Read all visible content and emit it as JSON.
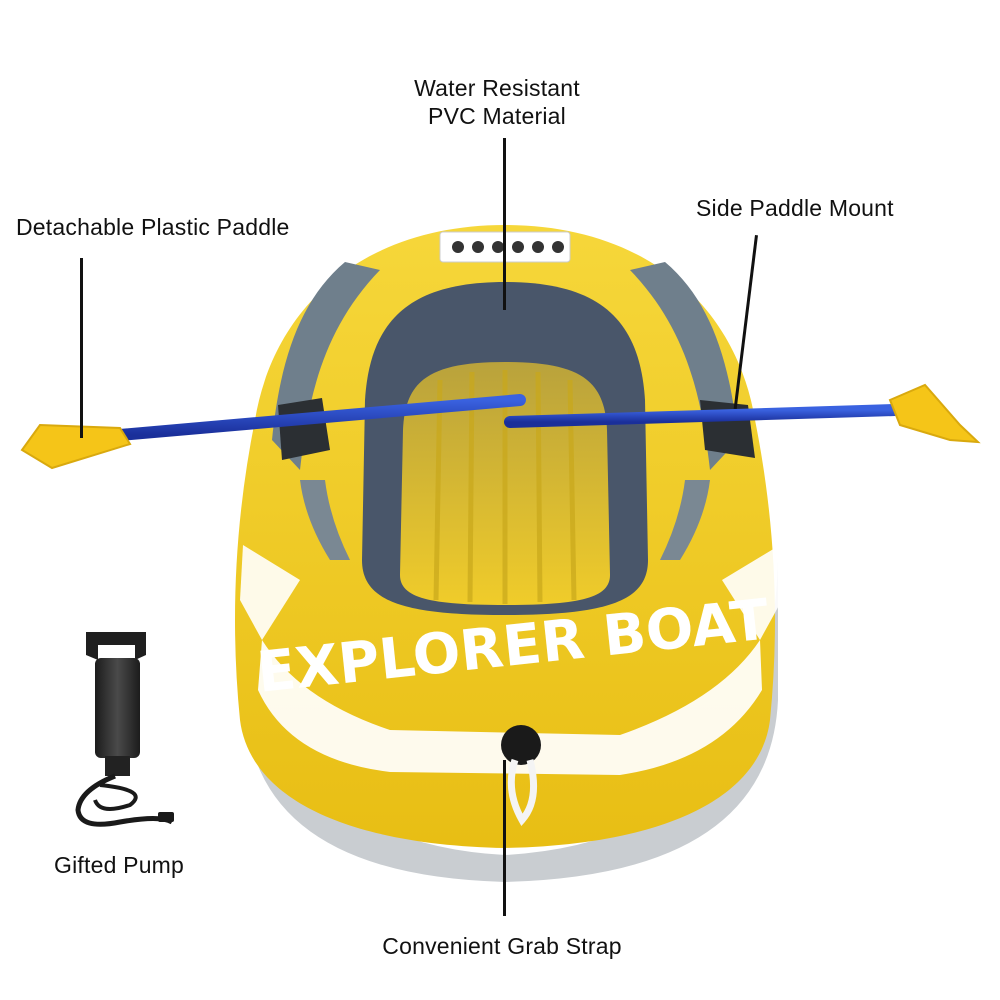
{
  "callouts": {
    "material": {
      "line1": "Water Resistant",
      "line2": "PVC Material"
    },
    "paddle": "Detachable Plastic Paddle",
    "mount": "Side Paddle Mount",
    "pump": "Gifted Pump",
    "strap": "Convenient Grab Strap"
  },
  "boat": {
    "brand_text": "EXPLORER BOAT"
  },
  "colors": {
    "hull": "#f2cf1f",
    "trim": "#6f7f8c",
    "oar": "#1f3fc0",
    "blade": "#f5c518"
  }
}
